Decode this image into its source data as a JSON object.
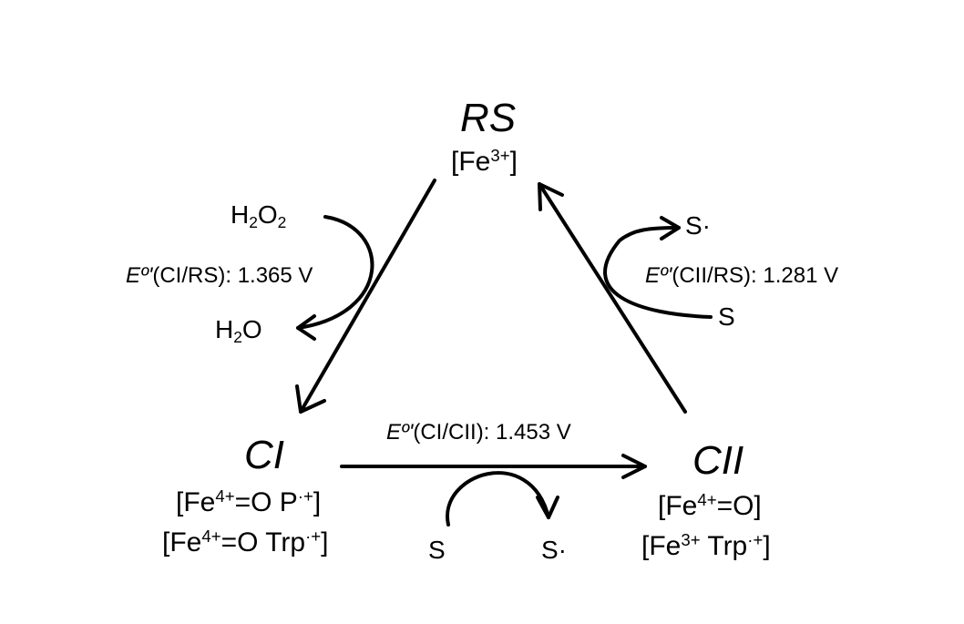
{
  "states": {
    "rs": {
      "name": "RS",
      "oxidation": "[Fe³⁺]"
    },
    "ci": {
      "name": "CI",
      "oxidation_1": "[Fe⁴⁺=O P·⁺]",
      "oxidation_2": "[Fe⁴⁺=O Trp·⁺]"
    },
    "cii": {
      "name": "CII",
      "oxidation_1": "[Fe⁴⁺=O]",
      "oxidation_2": "[Fe³⁺ Trp·⁺]"
    }
  },
  "reactions": {
    "rs_to_ci": {
      "substrate": "H₂O₂",
      "product": "H₂O",
      "potential_prefix": "Eº'",
      "potential_rest": "(CI/RS): 1.365 V"
    },
    "ci_to_cii": {
      "substrate": "S",
      "product": "S·",
      "potential_prefix": "Eº'",
      "potential_rest": "(CI/CII): 1.453 V"
    },
    "cii_to_rs": {
      "substrate": "S",
      "product": "S·",
      "potential_prefix": "Eº'",
      "potential_rest": "(CII/RS): 1.281 V"
    }
  }
}
